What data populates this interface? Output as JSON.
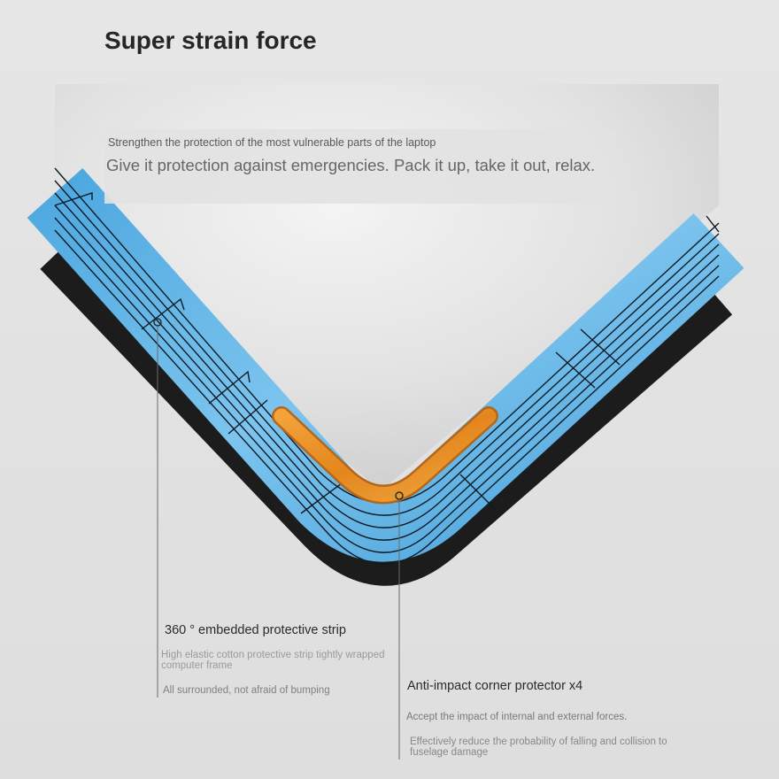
{
  "header": {
    "title": "Super strain force",
    "subtitle_small": "Strengthen the protection of the most vulnerable parts of the laptop",
    "subtitle_large": "Give it protection against emergencies. Pack it up, take it out, relax."
  },
  "callouts": {
    "strip": {
      "title": "360 ° embedded protective strip",
      "description": "High elastic cotton protective strip tightly wrapped computer frame",
      "note": "All surrounded, not afraid of bumping"
    },
    "corner": {
      "title": "Anti-impact corner protector x4",
      "description": "Accept the impact of internal and external forces.",
      "note": "Effectively reduce the probability of falling and collision to fuselage damage"
    }
  },
  "colors": {
    "background": "#e4e4e4",
    "shell_blue": "#6ab8e8",
    "corner_orange": "#e8962a",
    "frame_dark": "#1e1e1e"
  }
}
